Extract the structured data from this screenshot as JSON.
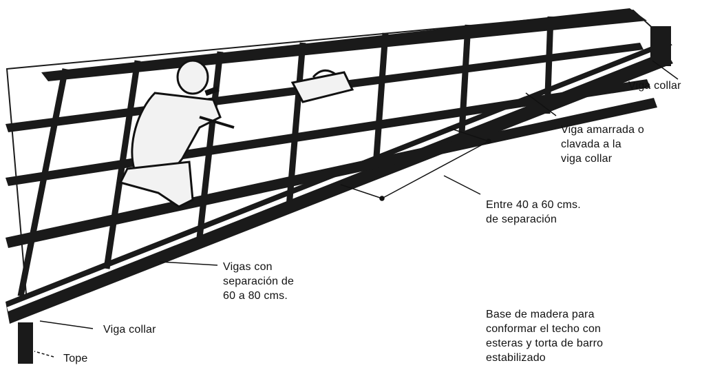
{
  "colors": {
    "beam": "#1a1a1a",
    "panel": "#ffffff",
    "ink": "#111111",
    "figure_fill": "#f2f2f2"
  },
  "labels": {
    "viga_collar_top": "Viga collar",
    "viga_amarrada": [
      "Viga amarrada o",
      "clavada a la",
      "viga collar"
    ],
    "separacion": [
      "Entre 40 a 60 cms.",
      "de separación"
    ],
    "vigas_con": [
      "Vigas con",
      "separación de",
      "60 a 80 cms."
    ],
    "viga_collar_bottom": "Viga collar",
    "tope": "Tope",
    "base": [
      "Base de madera para",
      "conformar el techo con",
      "esteras y torta de barro",
      "estabilizado"
    ]
  }
}
